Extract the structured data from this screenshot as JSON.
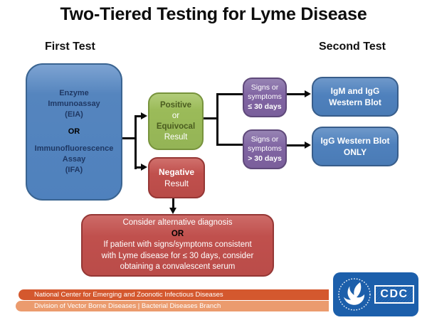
{
  "title": "Two-Tiered Testing for Lyme Disease",
  "column_labels": {
    "first": "First Test",
    "second": "Second Test"
  },
  "boxes": {
    "eia": {
      "line1": "Enzyme",
      "line2": "Immunoassay",
      "line3": "(EIA)",
      "or": "OR",
      "line4": "Immunofluorescence",
      "line5": "Assay",
      "line6": "(IFA)"
    },
    "positive": {
      "line1": "Positive",
      "line2": "or",
      "line3": "Equivocal",
      "line4": "Result"
    },
    "negative": {
      "line1": "Negative",
      "line2": "Result"
    },
    "purple1": {
      "line1": "Signs or",
      "line2": "symptoms",
      "line3": "≤ 30 days"
    },
    "purple2": {
      "line1": "Signs or",
      "line2": "symptoms",
      "line3": "> 30 days"
    },
    "blue1": {
      "line1": "IgM  and IgG",
      "line2": "Western Blot"
    },
    "blue2": {
      "line1": "IgG Western Blot",
      "line2": "ONLY"
    },
    "bottom": {
      "line1": "Consider alternative diagnosis",
      "or": "OR",
      "line2": "If patient with signs/symptoms consistent",
      "line3": "with Lyme disease for ≤ 30 days, consider",
      "line4": "obtaining a convalescent serum"
    }
  },
  "footer": {
    "bar1": "National Center for Emerging and Zoonotic Infectious Diseases",
    "bar2": "Division of Vector Borne Diseases | Bacterial Diseases Branch"
  },
  "logo": {
    "cdc": "CDC"
  },
  "colors": {
    "blue_fill": "#4f81bd",
    "blue_border": "#385d8a",
    "green_fill": "#9bbb59",
    "green_border": "#77933c",
    "red_fill": "#c0504d",
    "red_border": "#953735",
    "purple_fill": "#8064a2",
    "purple_border": "#5f497a",
    "footer_orange_dark": "#d4582e",
    "footer_orange_light": "#eb9b6e",
    "cdc_blue": "#1c5fab"
  }
}
